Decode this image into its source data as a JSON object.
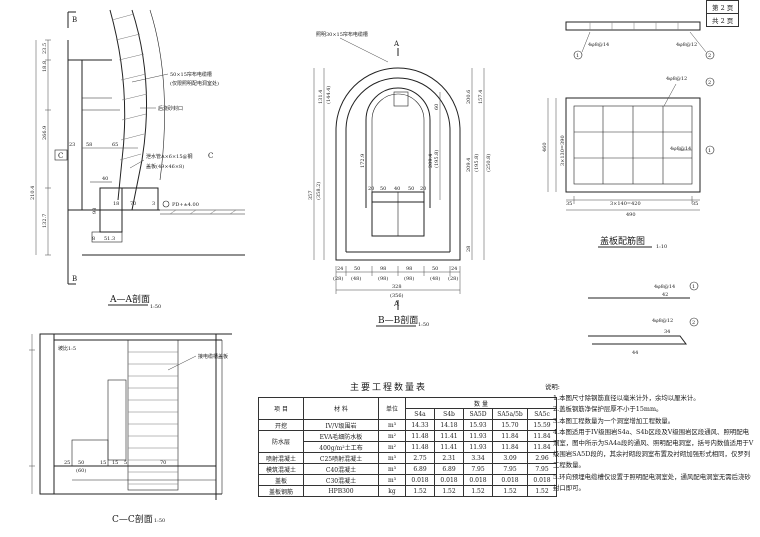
{
  "page_info": {
    "current": "第 2 页",
    "total": "共 2 页"
  },
  "section_aa": {
    "title": "A—A剖面",
    "scale": "1:50",
    "label_b_top": "B",
    "label_b_bottom": "B",
    "label_c_left": "C",
    "label_c_right": "C",
    "callout_cable_trench": "50×15帘布电缆槽",
    "callout_cable_trench_sub": "(仅限照明配电洞室处)",
    "callout_grout": "后浇砂封口",
    "callout_drain": "泄水管A×6×15@钢",
    "callout_rebar_cover": "盖板(49×46×8)",
    "pd_label": "PD+±4.00",
    "dims_left": [
      "23.5",
      "18.8",
      "266.9",
      "210.4",
      "132.7"
    ],
    "dims_inner": [
      "23",
      "58",
      "65",
      "40",
      "98",
      "18",
      "70",
      "3",
      "8",
      "51.3"
    ]
  },
  "section_bb": {
    "title": "B—B剖面",
    "scale": "1:50",
    "label_a_top": "A",
    "label_a_bottom": "A",
    "callout_top": "照明30×15帘布电缆槽",
    "dims_bottom_row1": [
      "24",
      "50",
      "98",
      "98",
      "50",
      "24"
    ],
    "dims_bottom_row2": [
      "(28)",
      "(48)",
      "(98)",
      "(98)",
      "(48)",
      "(28)"
    ],
    "dim_total_bottom": "328",
    "dim_total_bottom_alt": "(356)",
    "dims_inner_horiz": [
      "20",
      "50",
      "40",
      "50",
      "20"
    ],
    "dims_right": [
      "60",
      "200.6",
      "157.4",
      "209.4",
      "(195.8)",
      "(250.8)",
      "209.4",
      "(195.8)",
      "28"
    ],
    "dims_left": [
      "131.4",
      "(144.4)",
      "357",
      "(358.2)",
      "172.9"
    ]
  },
  "section_cc": {
    "title": "C—C剖面",
    "scale": "1:50",
    "callout_cover": "接电缆槽盖板",
    "slope_label": "坡比1:5",
    "dims_bottom": [
      "25",
      "50",
      "(60)",
      "15",
      "15",
      "5",
      "70"
    ]
  },
  "rebar_plan": {
    "title": "盖板配筋图",
    "scale": "1:10",
    "label_top_1": "4φ8@14",
    "label_top_2": "4φ8@12",
    "marker_1": "1",
    "marker_2": "2",
    "dim_width_total": "490",
    "dim_width_inner": "3×140=420",
    "dim_side": "35",
    "dim_height": "460",
    "dim_height_inner": "3×130=390",
    "detail_1_label": "4φ8@14",
    "detail_1_len": "42",
    "detail_2_label": "4φ8@12",
    "detail_2_len_a": "34",
    "detail_2_len_b": "44"
  },
  "quantity_table": {
    "title": "主要工程数量表",
    "header": {
      "item": "项 目",
      "material": "材 料",
      "unit": "单位",
      "quantity": "数 量"
    },
    "sub_headers": [
      "S4a",
      "S4b",
      "SA5D",
      "SA5a/5b",
      "SA5c"
    ],
    "rows": [
      {
        "item": "开挖",
        "material": "IV/V级围岩",
        "unit": "m³",
        "v": [
          "14.33",
          "14.18",
          "15.93",
          "15.70",
          "15.59"
        ]
      },
      {
        "item": "防水层",
        "material": "EVA毛细防水板",
        "unit": "m²",
        "v": [
          "11.48",
          "11.41",
          "11.93",
          "11.84",
          "11.84"
        ]
      },
      {
        "item": "",
        "material": "400g/m²土工布",
        "unit": "m²",
        "v": [
          "11.48",
          "11.41",
          "11.93",
          "11.84",
          "11.84"
        ]
      },
      {
        "item": "喷射混凝土",
        "material": "C25喷射混凝土",
        "unit": "m³",
        "v": [
          "2.75",
          "2.31",
          "3.34",
          "3.09",
          "2.96"
        ]
      },
      {
        "item": "模筑混凝土",
        "material": "C40混凝土",
        "unit": "m³",
        "v": [
          "6.89",
          "6.89",
          "7.95",
          "7.95",
          "7.95"
        ]
      },
      {
        "item": "盖板",
        "material": "C30混凝土",
        "unit": "m³",
        "v": [
          "0.018",
          "0.018",
          "0.018",
          "0.018",
          "0.018"
        ]
      },
      {
        "item": "盖板钢筋",
        "material": "HPB300",
        "unit": "kg",
        "v": [
          "1.52",
          "1.52",
          "1.52",
          "1.52",
          "1.52"
        ]
      }
    ]
  },
  "notes": {
    "title": "说明:",
    "items": [
      "1.本图尺寸除钢筋直径以毫米计外，余均以厘米计。",
      "2.盖板钢筋净保护层厚不小于15mm。",
      "3.本图工程数量为一个洞室增加工程数量。",
      "4.本图适用于IV级围岩S4a、S4b区段及V级围岩区段通风、照明配电洞室，图中所示为SA4a段的通风、照明配电洞室，括号内数值适用于V级围岩SA5D段的，其余衬砌段洞室布置及衬砌加强形式相同，仅罗列工程数量。",
      "5.环向预埋电缆槽仅设置于照明配电洞室处，通风配电洞室无需后浇砂封口即可。"
    ]
  }
}
